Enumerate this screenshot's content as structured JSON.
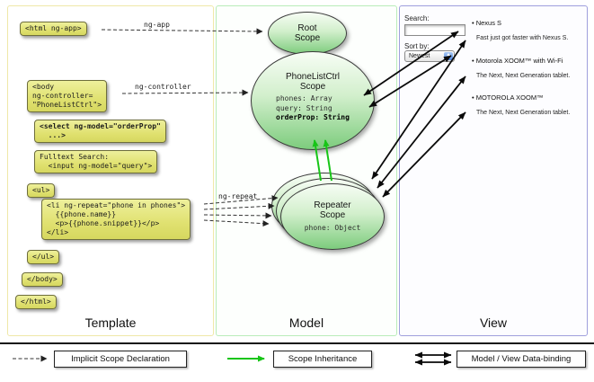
{
  "panels": {
    "template": {
      "label": "Template"
    },
    "model": {
      "label": "Model"
    },
    "view": {
      "label": "View"
    }
  },
  "template_code": {
    "html_open": "<html ng-app>",
    "body_open": "<body\nng-controller=\n\"PhoneListCtrl\">",
    "select": "<select ng-model=\"orderProp\"\n  ...>",
    "fulltext": "Fulltext Search:\n  <input ng-model=\"query\">",
    "ul_open": "<ul>",
    "li_repeat": "<li ng-repeat=\"phone in phones\">\n  {{phone.name}}\n  <p>{{phone.snippet}}</p>\n</li>",
    "ul_close": "</ul>",
    "body_close": "</body>",
    "html_close": "</html>"
  },
  "arrow_labels": {
    "ng_app": "ng-app",
    "ng_controller": "ng-controller",
    "ng_repeat": "ng-repeat"
  },
  "scopes": {
    "root": {
      "title": "Root\nScope"
    },
    "phone_list_ctrl": {
      "title": "PhoneListCtrl\nScope",
      "props": [
        "phones: Array",
        "query: String"
      ],
      "prop_bold": "orderProp: String"
    },
    "repeater": {
      "title": "Repeater\nScope",
      "prop": "phone: Object"
    }
  },
  "view": {
    "search_label": "Search:",
    "sort_label": "Sort by:",
    "sort_value": "Newest",
    "phones": [
      {
        "name": "Nexus S",
        "snippet": "Fast just got faster with Nexus S."
      },
      {
        "name": "Motorola XOOM™ with Wi-Fi",
        "snippet": "The Next, Next Generation tablet."
      },
      {
        "name": "MOTOROLA XOOM™",
        "snippet": "The Next, Next Generation tablet."
      }
    ]
  },
  "legend": {
    "implicit": "Implicit Scope Declaration",
    "inheritance": "Scope Inheritance",
    "databinding": "Model / View Data-binding"
  },
  "colors": {
    "code_bg": "#e0e170",
    "scope_green": "#7dcc7d",
    "inheritance_arrow": "#17c517",
    "binding_arrow": "#0a0a0a",
    "template_border": "#efe8a8",
    "model_border": "#b9ecb9",
    "view_border": "#9f9fdd"
  }
}
